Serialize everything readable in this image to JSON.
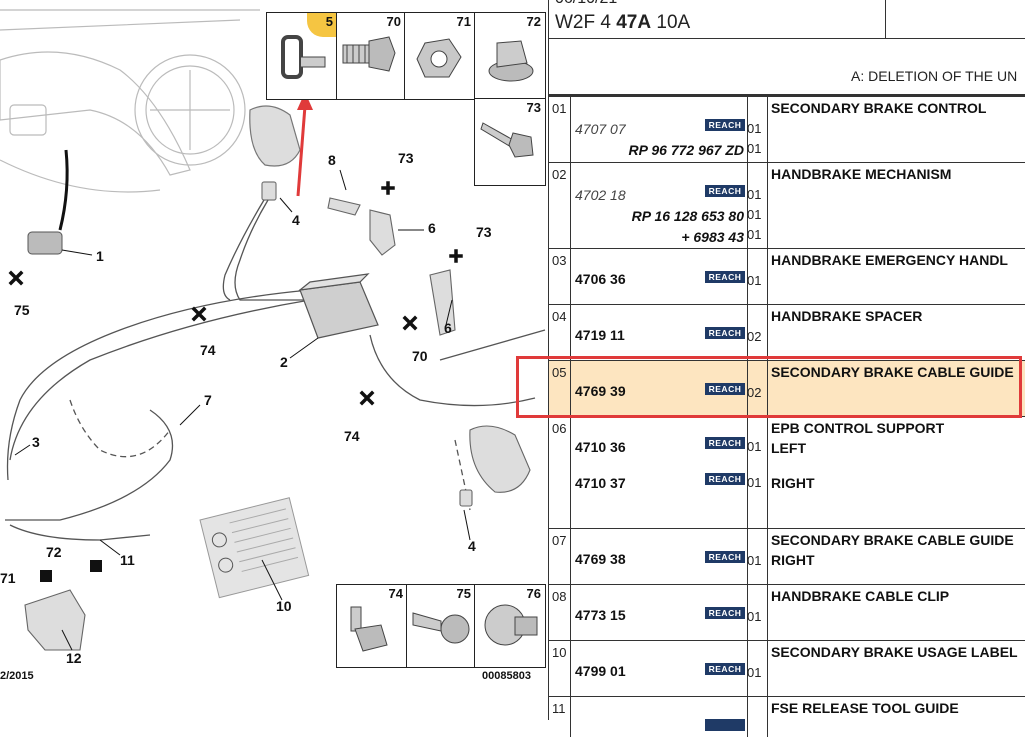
{
  "diagram": {
    "thumbnails_top": [
      {
        "num": "5",
        "icon": "cable-guide-icon"
      },
      {
        "num": "70",
        "icon": "bolt-icon"
      },
      {
        "num": "71",
        "icon": "nut-icon"
      },
      {
        "num": "72",
        "icon": "flange-nut-icon"
      }
    ],
    "thumbnail_side": {
      "num": "73",
      "icon": "bolt-icon"
    },
    "thumbnails_bottom": [
      {
        "num": "74",
        "icon": "screw-icon"
      },
      {
        "num": "75",
        "icon": "self-tapping-screw-icon"
      },
      {
        "num": "76",
        "icon": "stud-icon"
      }
    ],
    "callouts": [
      "1",
      "75",
      "4",
      "8",
      "73",
      "6",
      "73",
      "6",
      "74",
      "2",
      "70",
      "7",
      "3",
      "74",
      "4",
      "11",
      "72",
      "71",
      "10",
      "12"
    ],
    "footer_left": "2/2015",
    "footer_right": "00085803",
    "highlight_color": "#e03a3a",
    "marker_color": "#f5c542"
  },
  "header": {
    "date": "06/10/21",
    "ref_prefix": "W2F 4 ",
    "ref_bold": "47A",
    "ref_suffix": " 10A",
    "note": "A: DELETION OF THE UN"
  },
  "rows": [
    {
      "idx": "01",
      "refs": [
        "4707 07",
        "RP 96 772 967 ZD"
      ],
      "reach": "REACH",
      "qty": [
        "01",
        "01"
      ],
      "desc": [
        "SECONDARY BRAKE CONTROL"
      ]
    },
    {
      "idx": "02",
      "refs": [
        "4702 18",
        "RP 16 128 653 80",
        "+ 6983 43"
      ],
      "reach": "REACH",
      "qty": [
        "01",
        "01",
        "01"
      ],
      "desc": [
        "HANDBRAKE MECHANISM"
      ]
    },
    {
      "idx": "03",
      "refs": [
        "4706 36"
      ],
      "reach": "REACH",
      "qty": [
        "01"
      ],
      "desc": [
        "HANDBRAKE EMERGENCY HANDL"
      ]
    },
    {
      "idx": "04",
      "refs": [
        "4719 11"
      ],
      "reach": "REACH",
      "qty": [
        "02"
      ],
      "desc": [
        "HANDBRAKE SPACER"
      ]
    },
    {
      "idx": "05",
      "refs": [
        "4769 39"
      ],
      "reach": "REACH",
      "qty": [
        "02"
      ],
      "desc": [
        "SECONDARY BRAKE CABLE GUIDE"
      ]
    },
    {
      "idx": "06",
      "refs": [
        "4710 36",
        "4710 37"
      ],
      "reach": "REACH",
      "qty": [
        "01",
        "01"
      ],
      "desc": [
        "EPB CONTROL SUPPORT",
        "LEFT",
        "RIGHT"
      ]
    },
    {
      "idx": "07",
      "refs": [
        "4769 38"
      ],
      "reach": "REACH",
      "qty": [
        "01"
      ],
      "desc": [
        "SECONDARY BRAKE CABLE GUIDE",
        "RIGHT"
      ]
    },
    {
      "idx": "08",
      "refs": [
        "4773 15"
      ],
      "reach": "REACH",
      "qty": [
        "01"
      ],
      "desc": [
        "HANDBRAKE CABLE CLIP"
      ]
    },
    {
      "idx": "10",
      "refs": [
        "4799 01"
      ],
      "reach": "REACH",
      "qty": [
        "01"
      ],
      "desc": [
        "SECONDARY BRAKE USAGE LABEL"
      ]
    },
    {
      "idx": "11",
      "refs": [
        ""
      ],
      "reach": "",
      "qty": [
        ""
      ],
      "desc": [
        "FSE RELEASE TOOL GUIDE"
      ]
    }
  ]
}
